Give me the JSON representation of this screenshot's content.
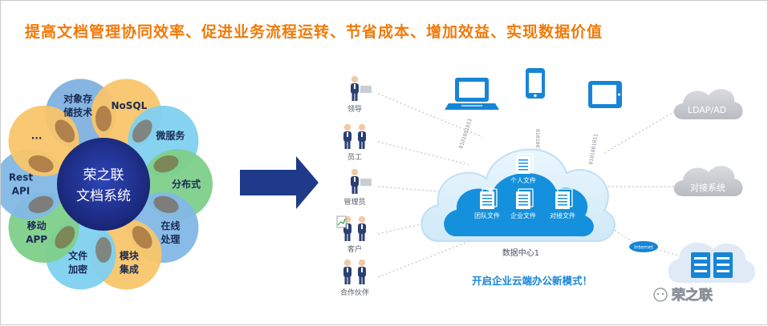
{
  "headline": "提高文档管理协同效率、促进业务流程运转、节省成本、增加效益、实现数据价值",
  "hub": {
    "title_line1": "荣之联",
    "title_line2": "文档系统",
    "petals": [
      {
        "key": "object-storage",
        "lines": [
          "对象存",
          "储技术"
        ],
        "color": "#7fb1df",
        "text_color": "#1a2a55"
      },
      {
        "key": "nosql",
        "lines": [
          "NoSQL"
        ],
        "color": "#f8c56a",
        "text_color": "#1a2a55"
      },
      {
        "key": "microservices",
        "lines": [
          "微服务"
        ],
        "color": "#7fd0f0",
        "text_color": "#1a2a55"
      },
      {
        "key": "distributed",
        "lines": [
          "分布式"
        ],
        "color": "#7ed08a",
        "text_color": "#1a2a55"
      },
      {
        "key": "online-processing",
        "lines": [
          "在线",
          "处理"
        ],
        "color": "#82b8e6",
        "text_color": "#1a2a55"
      },
      {
        "key": "module-integration",
        "lines": [
          "模块",
          "集成"
        ],
        "color": "#f8c56a",
        "text_color": "#1a2a55"
      },
      {
        "key": "file-encryption",
        "lines": [
          "文件",
          "加密"
        ],
        "color": "#7fd0f0",
        "text_color": "#1a2a55"
      },
      {
        "key": "mobile-app",
        "lines": [
          "移动",
          "APP"
        ],
        "color": "#7ed08a",
        "text_color": "#1a2a55"
      },
      {
        "key": "rest-api",
        "lines": [
          "Rest",
          "API"
        ],
        "color": "#82b8e6",
        "text_color": "#1a2a55"
      },
      {
        "key": "more",
        "lines": [
          "..."
        ],
        "color": "#f8c56a",
        "text_color": "#1a2a55"
      }
    ]
  },
  "users": [
    {
      "key": "leader",
      "label": "领导"
    },
    {
      "key": "staff",
      "label": "员工"
    },
    {
      "key": "admin",
      "label": "管理员"
    },
    {
      "key": "customer",
      "label": "客户"
    },
    {
      "key": "partner",
      "label": "合作伙伴"
    }
  ],
  "cloud": {
    "folders": [
      "个人文件",
      "团队文件",
      "企业文件",
      "对接文件"
    ],
    "data_center_label": "数据中心1",
    "binary_text": "0101001011"
  },
  "right_nodes": {
    "ldap": "LDAP/AD",
    "integration": "对接系统",
    "internet": "Internet"
  },
  "slogan": "开启企业云端办公新模式！",
  "watermark": "荣之联",
  "colors": {
    "headline": "#f07a0a",
    "hub_core": "#1c2c86",
    "arrow": "#1f3a8a",
    "device": "#1685d6",
    "cloud_deep": "#1590dc",
    "cloud_light": "#dff0fb",
    "gray_cloud": "#c8cbd0"
  }
}
